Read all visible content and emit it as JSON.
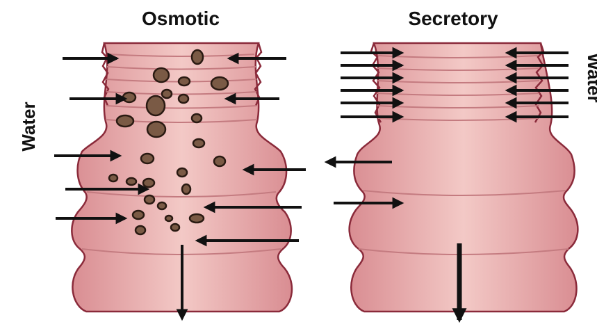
{
  "diagram": {
    "panels": [
      {
        "title": "Osmotic"
      },
      {
        "title": "Secretory"
      }
    ],
    "side_labels": {
      "left": "Water",
      "right": "Water"
    },
    "colors": {
      "tube_fill": "#e3a5a5",
      "tube_outline": "#8a2a3a",
      "particle_fill": "#7a5a45",
      "arrow": "#111111"
    }
  }
}
